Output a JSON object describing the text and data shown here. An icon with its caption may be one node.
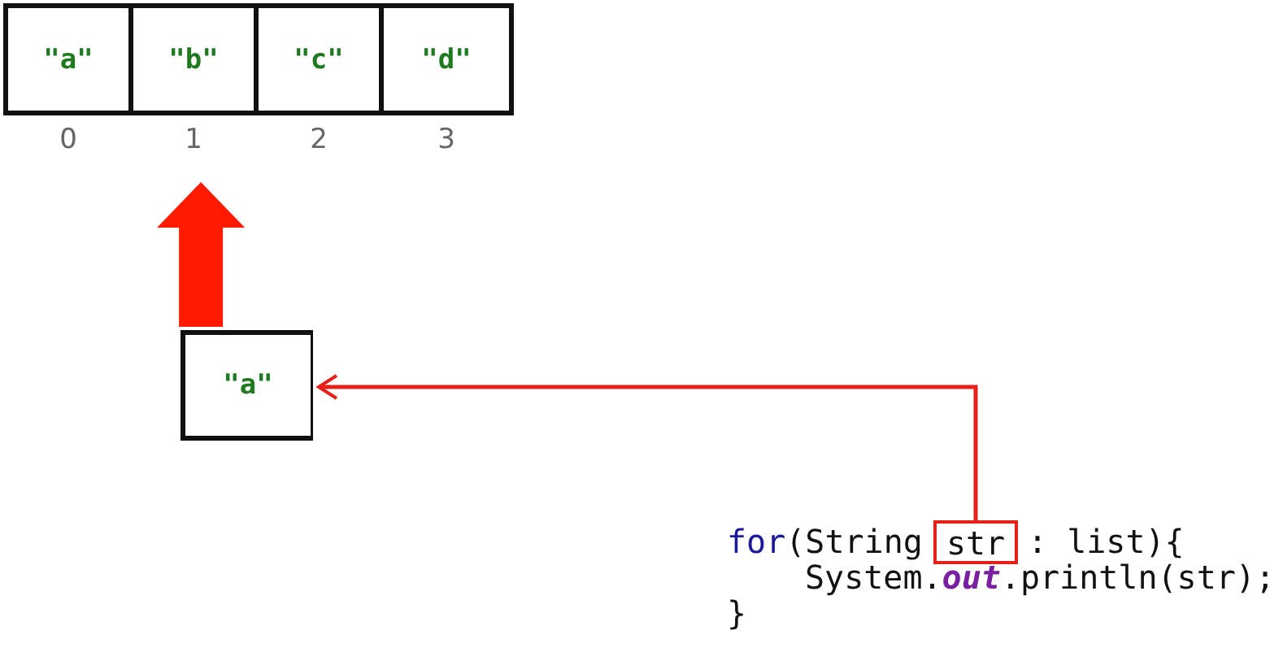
{
  "diagram": {
    "nodes": [
      {
        "text": [
          "\"a\""
        ],
        "beside": [
          "0"
        ]
      },
      {
        "text": [
          "\"b\""
        ],
        "beside": [
          "1"
        ]
      },
      {
        "text": [
          "\"c\""
        ],
        "beside": [
          "2"
        ]
      },
      {
        "text": [
          "\"d\""
        ],
        "beside": [
          "3"
        ]
      },
      {
        "text": [
          "\"a\""
        ]
      },
      {
        "text": [
          "str"
        ]
      }
    ],
    "edges": [
      {
        "from": 4,
        "to": 1,
        "arrow": "to",
        "style": "thick"
      },
      {
        "from": 5,
        "to": 4,
        "arrow": "to"
      }
    ],
    "labels": [
      "for(String",
      ": list){",
      "System.*out*.println(str);",
      "}"
    ]
  }
}
